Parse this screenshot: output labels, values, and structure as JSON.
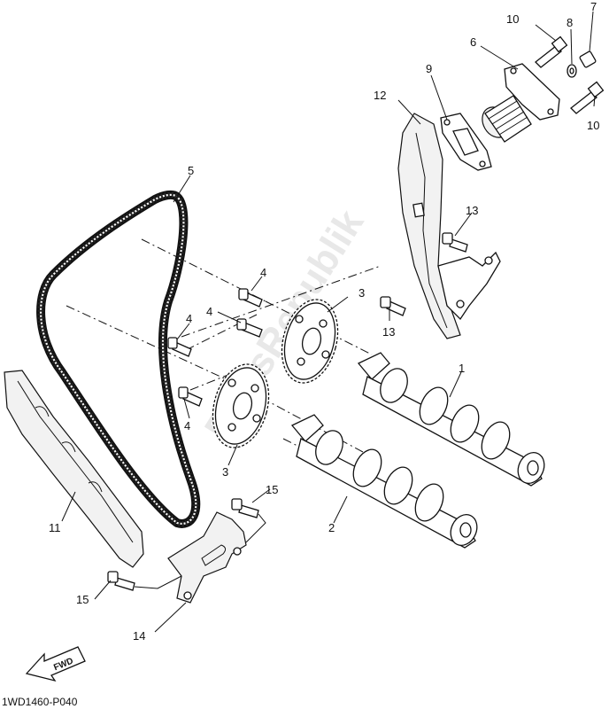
{
  "diagram": {
    "watermark": "PartsRepublik",
    "drawing_code": "1WD1460-P040",
    "fwd_label": "FWD",
    "callouts": [
      {
        "id": "c1",
        "text": "1"
      },
      {
        "id": "c2",
        "text": "2"
      },
      {
        "id": "c3a",
        "text": "3"
      },
      {
        "id": "c3b",
        "text": "3"
      },
      {
        "id": "c4a",
        "text": "4"
      },
      {
        "id": "c4b",
        "text": "4"
      },
      {
        "id": "c4c",
        "text": "4"
      },
      {
        "id": "c4d",
        "text": "4"
      },
      {
        "id": "c5",
        "text": "5"
      },
      {
        "id": "c6",
        "text": "6"
      },
      {
        "id": "c7",
        "text": "7"
      },
      {
        "id": "c8",
        "text": "8"
      },
      {
        "id": "c9",
        "text": "9"
      },
      {
        "id": "c10a",
        "text": "10"
      },
      {
        "id": "c10b",
        "text": "10"
      },
      {
        "id": "c11",
        "text": "11"
      },
      {
        "id": "c12",
        "text": "12"
      },
      {
        "id": "c13a",
        "text": "13"
      },
      {
        "id": "c13b",
        "text": "13"
      },
      {
        "id": "c14",
        "text": "14"
      },
      {
        "id": "c15a",
        "text": "15"
      },
      {
        "id": "c15b",
        "text": "15"
      }
    ]
  }
}
